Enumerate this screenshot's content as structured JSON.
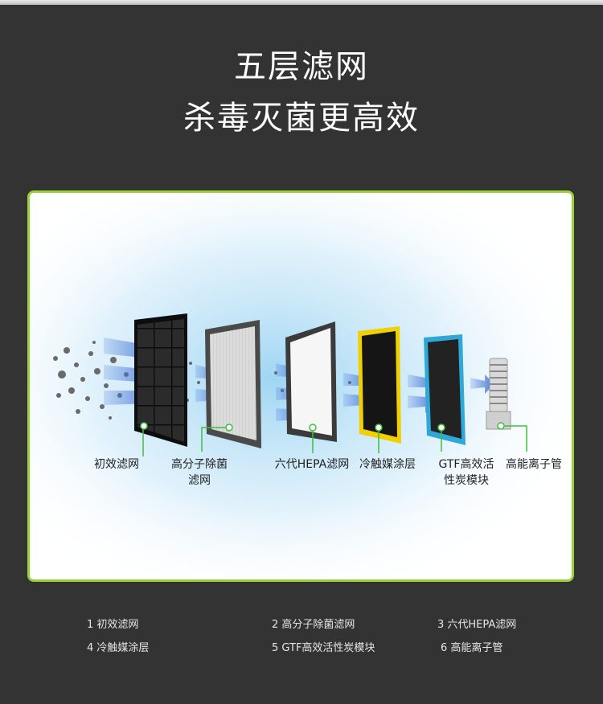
{
  "heading": {
    "line1": "五层滤网",
    "line2": "杀毒灭菌更高效"
  },
  "diagram_labels": {
    "l1": "初效滤网",
    "l2": "高分子除菌滤网",
    "l3": "六代HEPA滤网",
    "l4": "冷触媒涂层",
    "l5": "GTF高效活性炭模块",
    "l6": "高能离子管"
  },
  "legend": [
    "1 初效滤网",
    "2 高分子除菌滤网",
    "3 六代HEPA滤网",
    "4 冷触媒涂层",
    "5 GTF高效活性炭模块",
    "6 高能离子管"
  ],
  "colors": {
    "background": "#333333",
    "panel_border": "#9bd03a",
    "callout_green": "#3fbf3f",
    "carbon_filter_frame": "#2fa8d8",
    "catalyst_filter_frame": "#f0d000"
  }
}
